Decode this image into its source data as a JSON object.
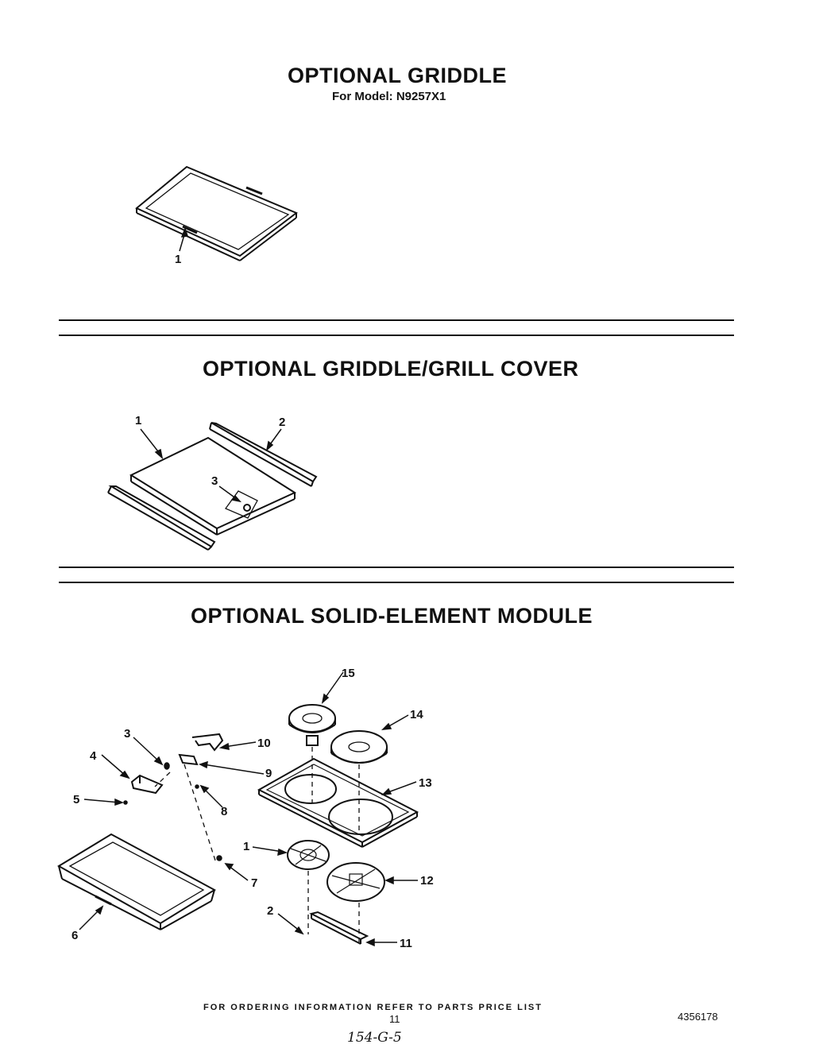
{
  "sections": [
    {
      "title": "OPTIONAL GRIDDLE",
      "subtitle": "For Model: N9257X1",
      "callouts": [
        "1"
      ]
    },
    {
      "title": "OPTIONAL GRIDDLE/GRILL COVER",
      "callouts": [
        "1",
        "2",
        "3"
      ]
    },
    {
      "title": "OPTIONAL SOLID-ELEMENT MODULE",
      "callouts": [
        "15",
        "14",
        "3",
        "10",
        "4",
        "9",
        "13",
        "5",
        "8",
        "1",
        "12",
        "7",
        "2",
        "6",
        "11"
      ]
    }
  ],
  "footer": {
    "ordering_text": "FOR ORDERING INFORMATION REFER TO PARTS PRICE LIST",
    "page_number": "11",
    "document_number": "4356178",
    "handwritten": "154-G-5"
  }
}
